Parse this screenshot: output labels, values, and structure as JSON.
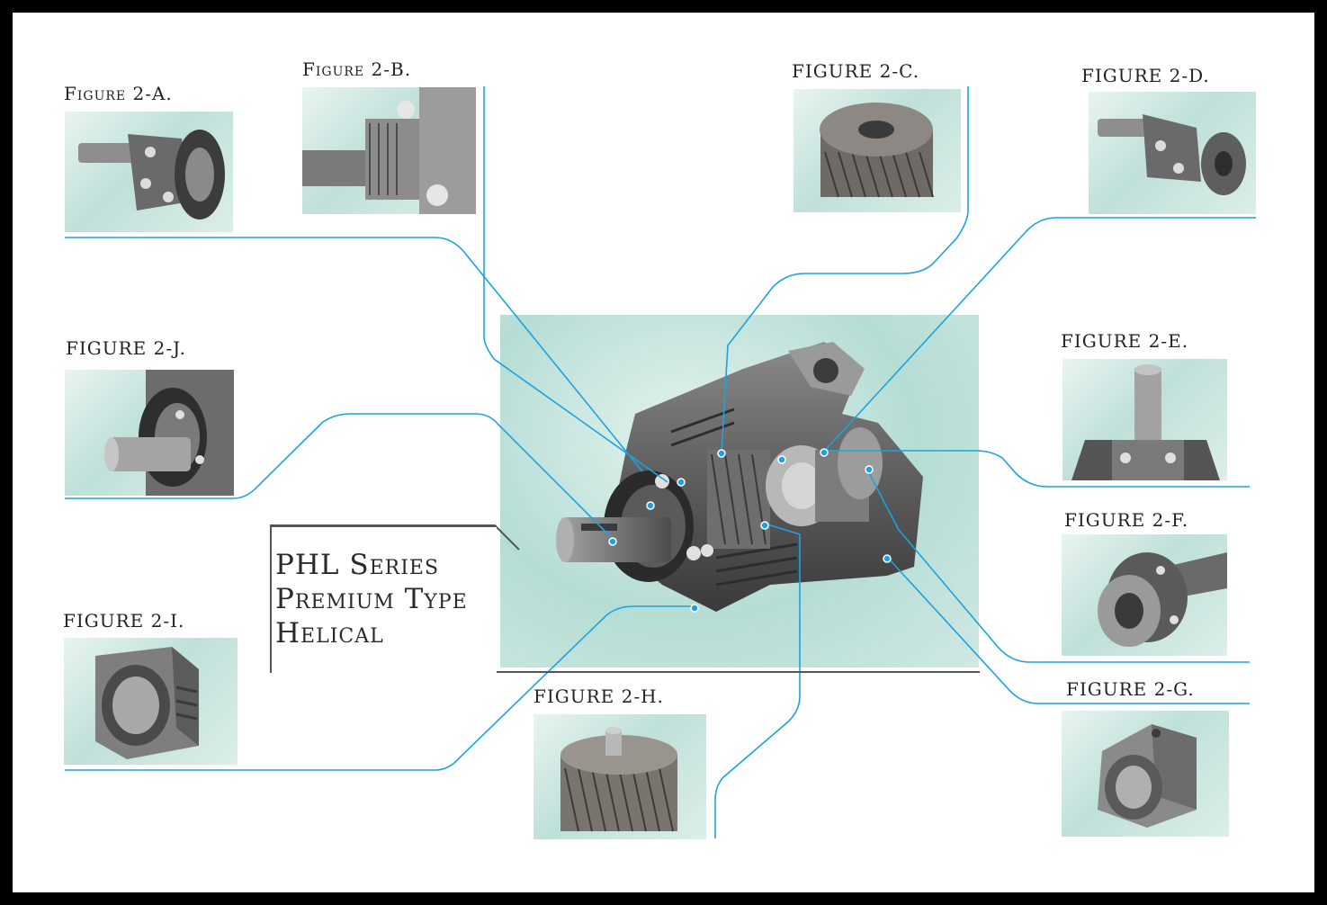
{
  "figures": {
    "a": {
      "label": "Figure 2-A."
    },
    "b": {
      "label": "Figure 2-B."
    },
    "c": {
      "label": "FIGURE 2-C."
    },
    "d": {
      "label": "FIGURE 2-D."
    },
    "e": {
      "label": "FIGURE 2-E."
    },
    "f": {
      "label": "FIGURE 2-F."
    },
    "g": {
      "label": "FIGURE 2-G."
    },
    "h": {
      "label": "FIGURE 2-H."
    },
    "i": {
      "label": "FIGURE 2-I."
    },
    "j": {
      "label": "FIGURE 2-J."
    }
  },
  "title": {
    "line1": "PHL Series",
    "line2": "Premium Type",
    "line3": "Helical"
  },
  "colors": {
    "leader": "#1aa3e0",
    "callout_dot": "#1aa3e0",
    "frame": "#000000"
  }
}
